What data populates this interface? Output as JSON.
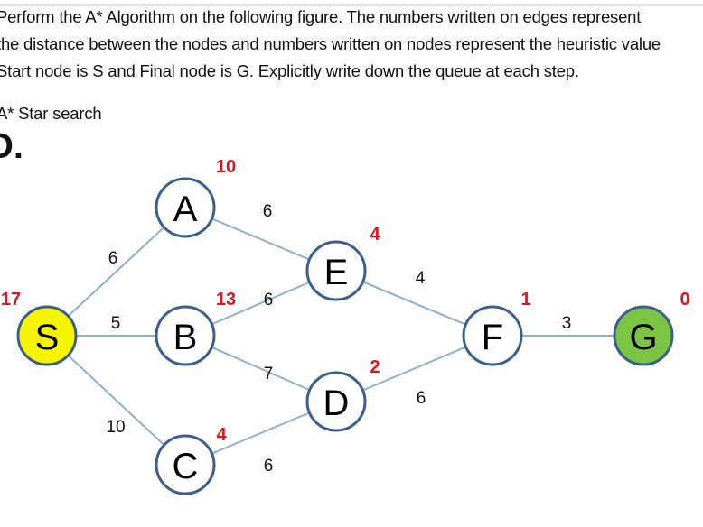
{
  "question": {
    "line1": "Perform the A* Algorithm on the following figure. The numbers written on edges represent",
    "line2": "the distance between the nodes and numbers written on nodes represent the heuristic value",
    "line3": "Start node is S and Final node is G. Explicitly write down the queue at each step."
  },
  "subtitle": "A* Star search",
  "part_label": "D.",
  "graph": {
    "colors": {
      "start": "#f5f500",
      "goal": "#7cc444",
      "node": "#ffffff",
      "border": "#3b5e8c",
      "edge": "#8eafd0",
      "heuristic": "#e0141e"
    },
    "nodes": [
      {
        "id": "S",
        "h": "17"
      },
      {
        "id": "A",
        "h": "10"
      },
      {
        "id": "B",
        "h": "13"
      },
      {
        "id": "C",
        "h": "4"
      },
      {
        "id": "E",
        "h": "4"
      },
      {
        "id": "D",
        "h": "2"
      },
      {
        "id": "F",
        "h": "1"
      },
      {
        "id": "G",
        "h": "0"
      }
    ],
    "edges": [
      {
        "from": "S",
        "to": "A",
        "w": "6"
      },
      {
        "from": "S",
        "to": "B",
        "w": "5"
      },
      {
        "from": "S",
        "to": "C",
        "w": "10"
      },
      {
        "from": "A",
        "to": "E",
        "w": "6"
      },
      {
        "from": "B",
        "to": "E",
        "w": "6"
      },
      {
        "from": "B",
        "to": "D",
        "w": "7"
      },
      {
        "from": "C",
        "to": "D",
        "w": "6"
      },
      {
        "from": "E",
        "to": "F",
        "w": "4"
      },
      {
        "from": "D",
        "to": "F",
        "w": "6"
      },
      {
        "from": "F",
        "to": "G",
        "w": "3"
      }
    ]
  }
}
